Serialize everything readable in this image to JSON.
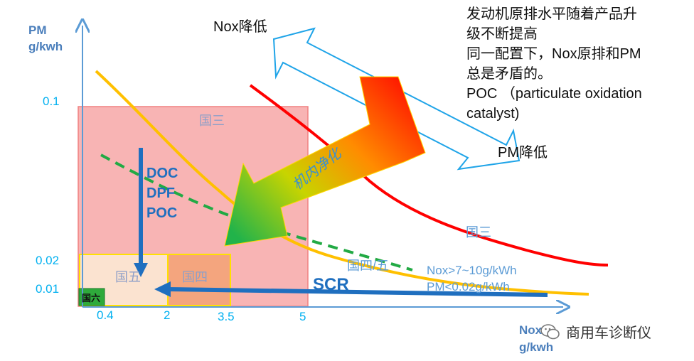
{
  "axis": {
    "y_unit": [
      "PM",
      "g/kwh"
    ],
    "x_unit": [
      "Nox",
      "g/kwh"
    ],
    "y_ticks": [
      "0.1",
      "0.02",
      "0.01"
    ],
    "x_ticks": [
      "0.4",
      "2",
      "3.5",
      "5"
    ]
  },
  "regions": {
    "guo3": "国三",
    "guo4": "国四",
    "guo5": "国五",
    "guo6": "国六"
  },
  "curve_labels": {
    "guo3_curve": "国三",
    "guo45_curve": "国四/五"
  },
  "labels": {
    "nox_down": "Nox降低",
    "pm_down": "PM降低",
    "in_engine": "机内净化",
    "aftertreat_1": "DOC",
    "aftertreat_2": "DPF",
    "aftertreat_3": "POC",
    "scr": "SCR",
    "nox_raw": "Nox>7~10g/kWh",
    "pm_raw": "PM<0.02g/kWh"
  },
  "note": {
    "lines": [
      "发动机原排水平随着产品升",
      "级不断提高",
      "同一配置下，Nox原排和PM",
      "总是矛盾的。",
      "POC （particulate oxidation",
      "catalyst)"
    ]
  },
  "watermark": "商用车诊断仪",
  "colors": {
    "axis": "#5b9bd5",
    "tick_text": "#00b0f0",
    "guo3_region": "#f8b4b4",
    "guo4_region": "#f4a57e",
    "guo5_region": "#fbe3d0",
    "guo6_region": "#2eaa3b",
    "yellow_curve": "#ffc000",
    "red_curve": "#ff0000",
    "green_dash": "#22aa44",
    "blue_arrow": "#1f6fbf",
    "outline_arrow": "#1fa4e8"
  }
}
